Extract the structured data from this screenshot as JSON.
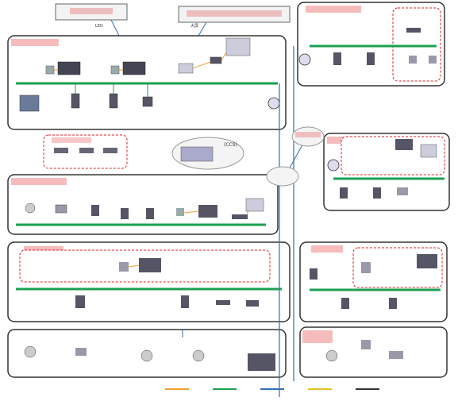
{
  "top_labels": [
    {
      "name": "label-top-1",
      "text": "LED"
    },
    {
      "name": "label-top-2",
      "text": "大屏"
    }
  ],
  "center_bottom_title": "(CCS)",
  "legend": {
    "items": [
      {
        "name": "legend-item-1",
        "color": "#f0a030",
        "label": ""
      },
      {
        "name": "legend-item-2",
        "color": "#1aa050",
        "label": ""
      },
      {
        "name": "legend-item-3",
        "color": "#2f6fb0",
        "label": ""
      },
      {
        "name": "legend-item-4",
        "color": "#e8c020",
        "label": ""
      },
      {
        "name": "legend-item-5",
        "color": "#333333",
        "label": ""
      }
    ]
  },
  "colors": {
    "accent_red": "#e02020",
    "bus_green": "#1aa050",
    "link_blue": "#2f6fb0",
    "media_orange": "#f0a030",
    "panel_border": "#333333"
  }
}
